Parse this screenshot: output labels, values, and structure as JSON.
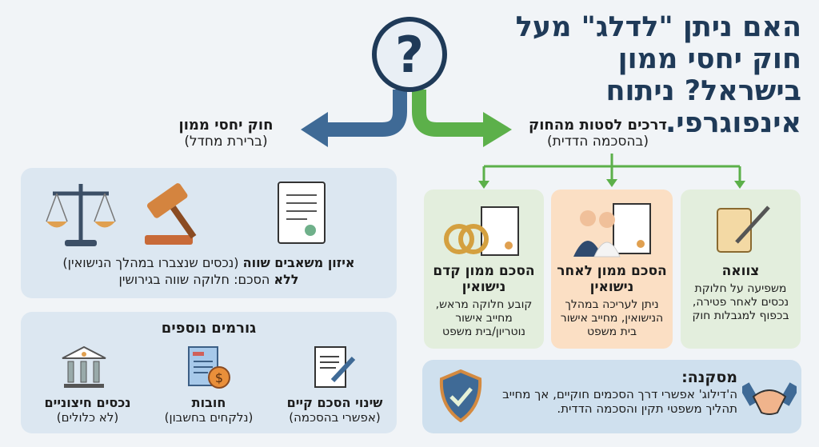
{
  "title": "האם ניתן \"לדלג\" מעל חוק יחסי ממון בישראל? ניתוח אינפוגרפי.",
  "left_branch": {
    "title": "חוק יחסי ממון",
    "subtitle": "(ברירת מחדל)"
  },
  "right_branch": {
    "title": "דרכים לסטות מהחוק",
    "subtitle": "(בהסכמה הדדית)"
  },
  "default_panel": {
    "bold1": "איזון משאבים שווה",
    "text1": " (נכסים שנצברו במהלך הנישואין)",
    "bold2": "ללא",
    "text2": " הסכם: חלוקה שווה בגירושין"
  },
  "factors": {
    "title": "גורמים נוספים",
    "items": [
      {
        "title": "שינוי הסכם קיים",
        "note": "(אפשרי בהסכמה)"
      },
      {
        "title": "חובות",
        "note": "(נלקחים בחשבון)"
      },
      {
        "title": "נכסים חיצוניים",
        "note": "(לא כלולים)"
      }
    ]
  },
  "cards": [
    {
      "title": "הסכם ממון קדם נישואין",
      "text": "קובע חלוקה מראש, מחייב אישור נוטריון/בית משפט"
    },
    {
      "title": "הסכם ממון לאחר נישואין",
      "text": "ניתן לעריכה במהלך הנישואין, מחייב אישור בית משפט"
    },
    {
      "title": "צוואה",
      "text": "משפיעה על חלוקת נכסים לאחר פטירה, בכפוף למגבלות חוק"
    }
  ],
  "conclusion": {
    "title": "מסקנה:",
    "text": "ה'דילוג' אפשרי דרך הסכמים חוקיים, אך מחייב תהליך משפטי תקין והסכמה הדדית."
  },
  "colors": {
    "navy": "#1f3a58",
    "blue_arrow": "#3f6a96",
    "green": "#5cb04a",
    "green_card": "#e3eedd",
    "peach_card": "#fbdfc4",
    "panel": "#dce7f1"
  }
}
